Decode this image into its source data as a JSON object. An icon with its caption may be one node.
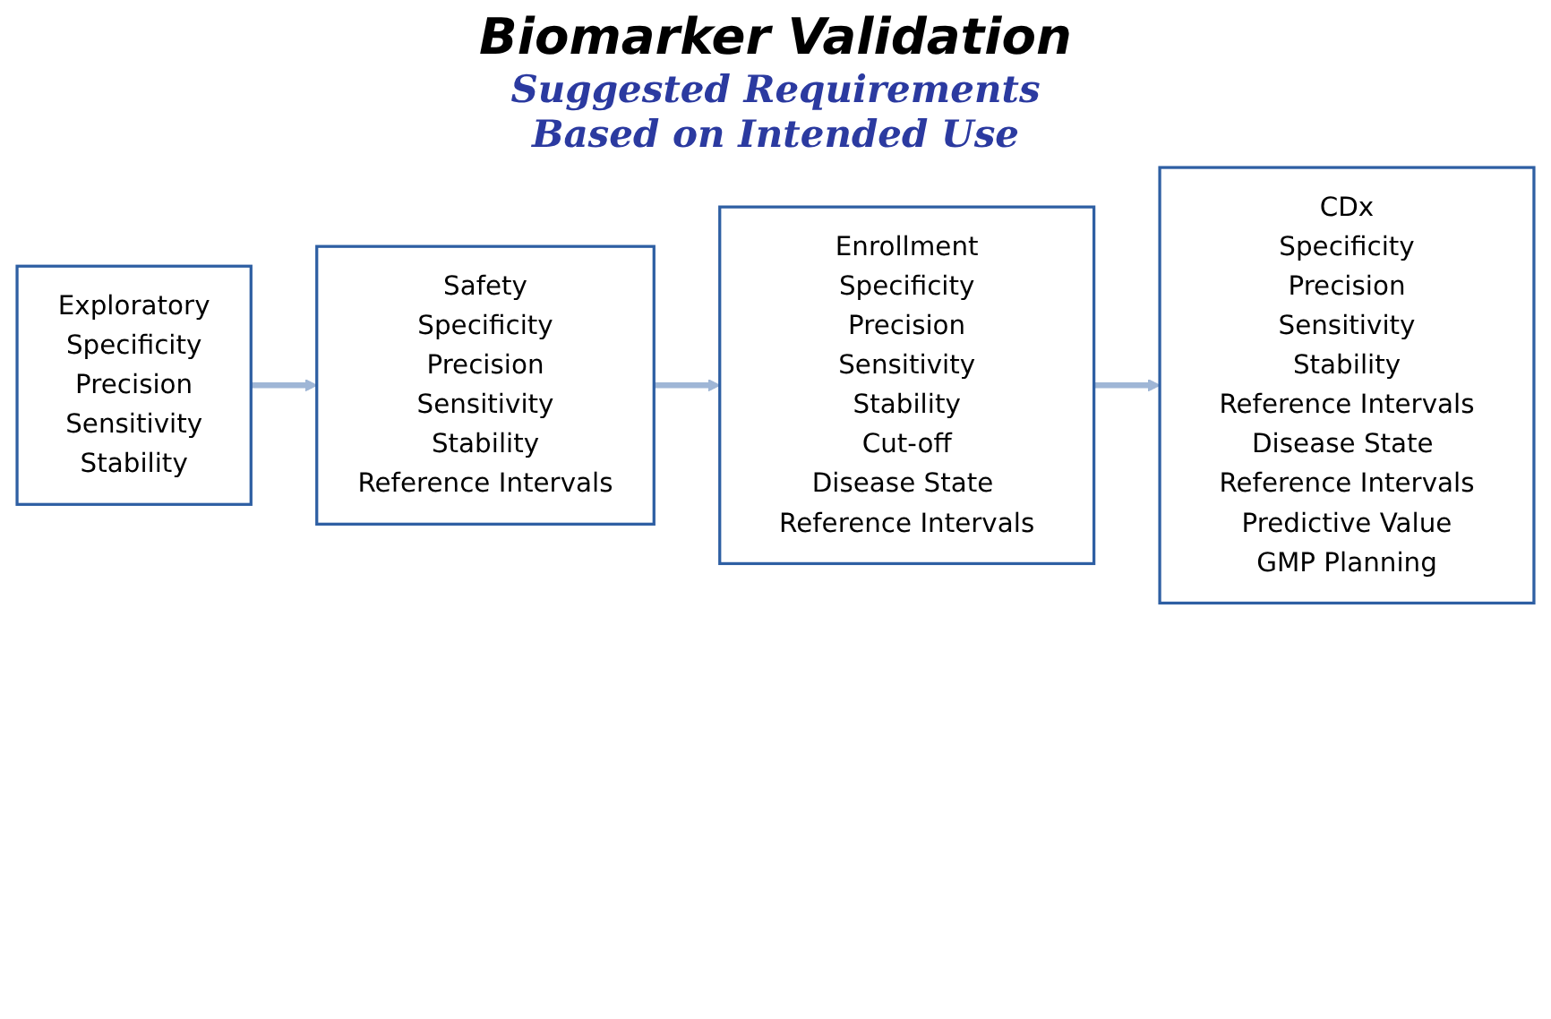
{
  "diagram": {
    "title": "Biomarker Validation",
    "nodes": [
      {
        "text": [
          "Exploratory",
          "Specificity",
          "Precision",
          "Sensitivity",
          "Stability"
        ]
      },
      {
        "text": [
          "Safety",
          "Specificity",
          "Precision",
          "Sensitivity",
          "Stability",
          "Reference Intervals"
        ]
      },
      {
        "text": [
          "Enrollment",
          "Specificity",
          "Precision",
          "Sensitivity",
          "Stability",
          "Cut-off",
          "Disease State Reference Intervals"
        ]
      },
      {
        "text": [
          "CDx",
          "Specificity",
          "Precision",
          "Sensitivity",
          "Stability",
          "Reference Intervals",
          "Disease State Reference Intervals",
          "Predictive Value",
          "GMP Planning"
        ]
      }
    ],
    "edges": [
      {
        "from": 0,
        "to": 1,
        "arrow": "to"
      },
      {
        "from": 1,
        "to": 2,
        "arrow": "to"
      },
      {
        "from": 2,
        "to": 3,
        "arrow": "to"
      }
    ],
    "labels": [
      "Suggested Requirements Based on Intended Use"
    ]
  }
}
